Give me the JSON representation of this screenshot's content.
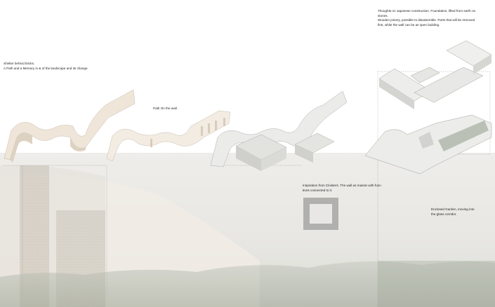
{
  "annotations": {
    "shelter": "Shelter behind bricks.\nA Path and a Memory in & of the landscape and its change.",
    "path": "Path On the wall.",
    "japanese": "Thoughts on Japanese construction. Foundation, lifted from earth on\nstones.\nWooden joinery, possible to disassemble. Parts that will be removed\nfirst, while the wall can be as open building.",
    "cloisters": "Inspiration from Cloisters. The wall as massiv with func-\ntions connected to it.",
    "garden": "Enclosed Garden, moving into\nthe glass corridor."
  },
  "colors": {
    "background": "#ffffff",
    "wash": "#e9e8e4",
    "hill": "#f4efe9",
    "wall_beige": "#efe6d9",
    "wall_grey": "#ebebe9",
    "brick": "#c9c2b5",
    "vegetation": "#a9b0a3",
    "plan_square": "#b0b0ae"
  }
}
